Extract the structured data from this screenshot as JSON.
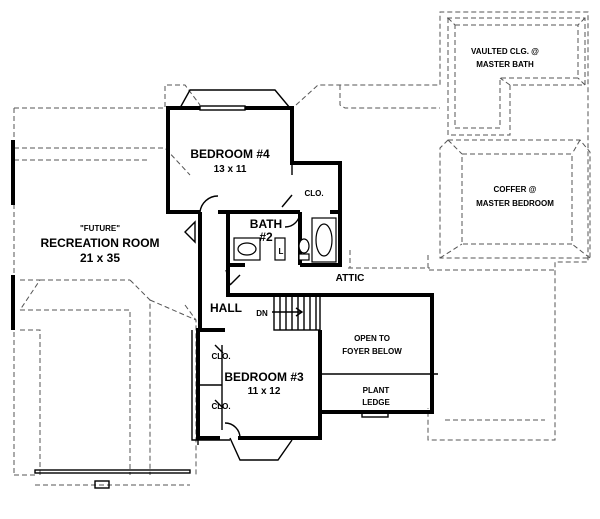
{
  "labels": {
    "bedroom4_name": "BEDROOM #4",
    "bedroom4_size": "13 x 11",
    "clo_bed4": "CLO.",
    "bath_name": "BATH",
    "bath_num": "#2",
    "linen": "L",
    "recreation_future": "\"FUTURE\"",
    "recreation_name": "RECREATION ROOM",
    "recreation_size": "21 x 35",
    "attic": "ATTIC",
    "hall": "HALL",
    "stair_dn": "DN",
    "open_to": "OPEN TO",
    "foyer_below": "FOYER BELOW",
    "bedroom3_name": "BEDROOM #3",
    "bedroom3_size": "11 x 12",
    "clo_bed3_top": "CLO.",
    "clo_bed3_bottom": "CLO.",
    "plant": "PLANT",
    "ledge": "LEDGE",
    "vaulted_line1": "VAULTED CLG. @",
    "vaulted_line2": "MASTER BATH",
    "coffer_line1": "COFFER @",
    "coffer_line2": "MASTER BEDROOM"
  }
}
